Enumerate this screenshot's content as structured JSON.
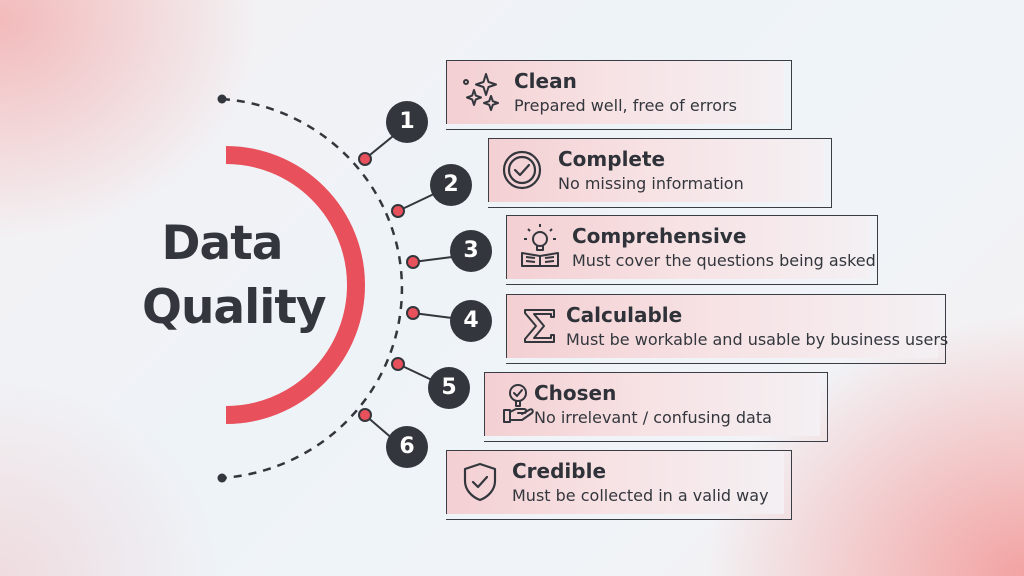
{
  "title_line1": "Data",
  "title_line2": "Quality",
  "colors": {
    "accent": "#e8505b",
    "dark": "#33373d",
    "card_start": "#f3cfd2"
  },
  "items": [
    {
      "number": "1",
      "label": "Clean",
      "description": "Prepared well, free of errors",
      "icon": "sparkles-icon"
    },
    {
      "number": "2",
      "label": "Complete",
      "description": "No missing information",
      "icon": "check-circle-icon"
    },
    {
      "number": "3",
      "label": "Comprehensive",
      "description": "Must cover the questions being asked",
      "icon": "idea-book-icon"
    },
    {
      "number": "4",
      "label": "Calculable",
      "description": "Must be workable and usable by business users",
      "icon": "sigma-icon"
    },
    {
      "number": "5",
      "label": "Chosen",
      "description": "No irrelevant / confusing data",
      "icon": "hand-check-icon"
    },
    {
      "number": "6",
      "label": "Credible",
      "description": "Must be collected in a valid way",
      "icon": "shield-check-icon"
    }
  ]
}
